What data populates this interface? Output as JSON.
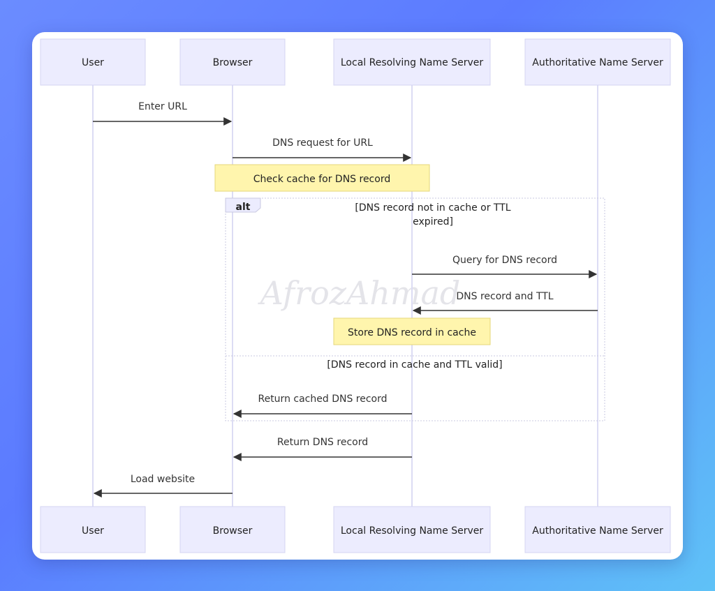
{
  "diagram": {
    "participants": [
      "User",
      "Browser",
      "Local Resolving Name Server",
      "Authoritative Name Server"
    ],
    "messages": [
      {
        "label": "Enter URL"
      },
      {
        "label": "DNS request for URL"
      },
      {
        "label": "Query for DNS record"
      },
      {
        "label": "DNS record and TTL"
      },
      {
        "label": "Return cached DNS record"
      },
      {
        "label": "Return DNS record"
      },
      {
        "label": "Load website"
      }
    ],
    "notes": [
      {
        "label": "Check cache for DNS record"
      },
      {
        "label": "Store DNS record in cache"
      }
    ],
    "alt": {
      "label": "alt",
      "condition1_line1": "[DNS record not in cache or TTL",
      "condition1_line2": "expired]",
      "condition2": "[DNS record in cache and TTL valid]"
    },
    "watermark": "AfrozAhmad",
    "colors": {
      "actor_fill": "#ececfe",
      "note_fill": "#fff5ad",
      "lifeline": "#dcdcf4"
    }
  }
}
